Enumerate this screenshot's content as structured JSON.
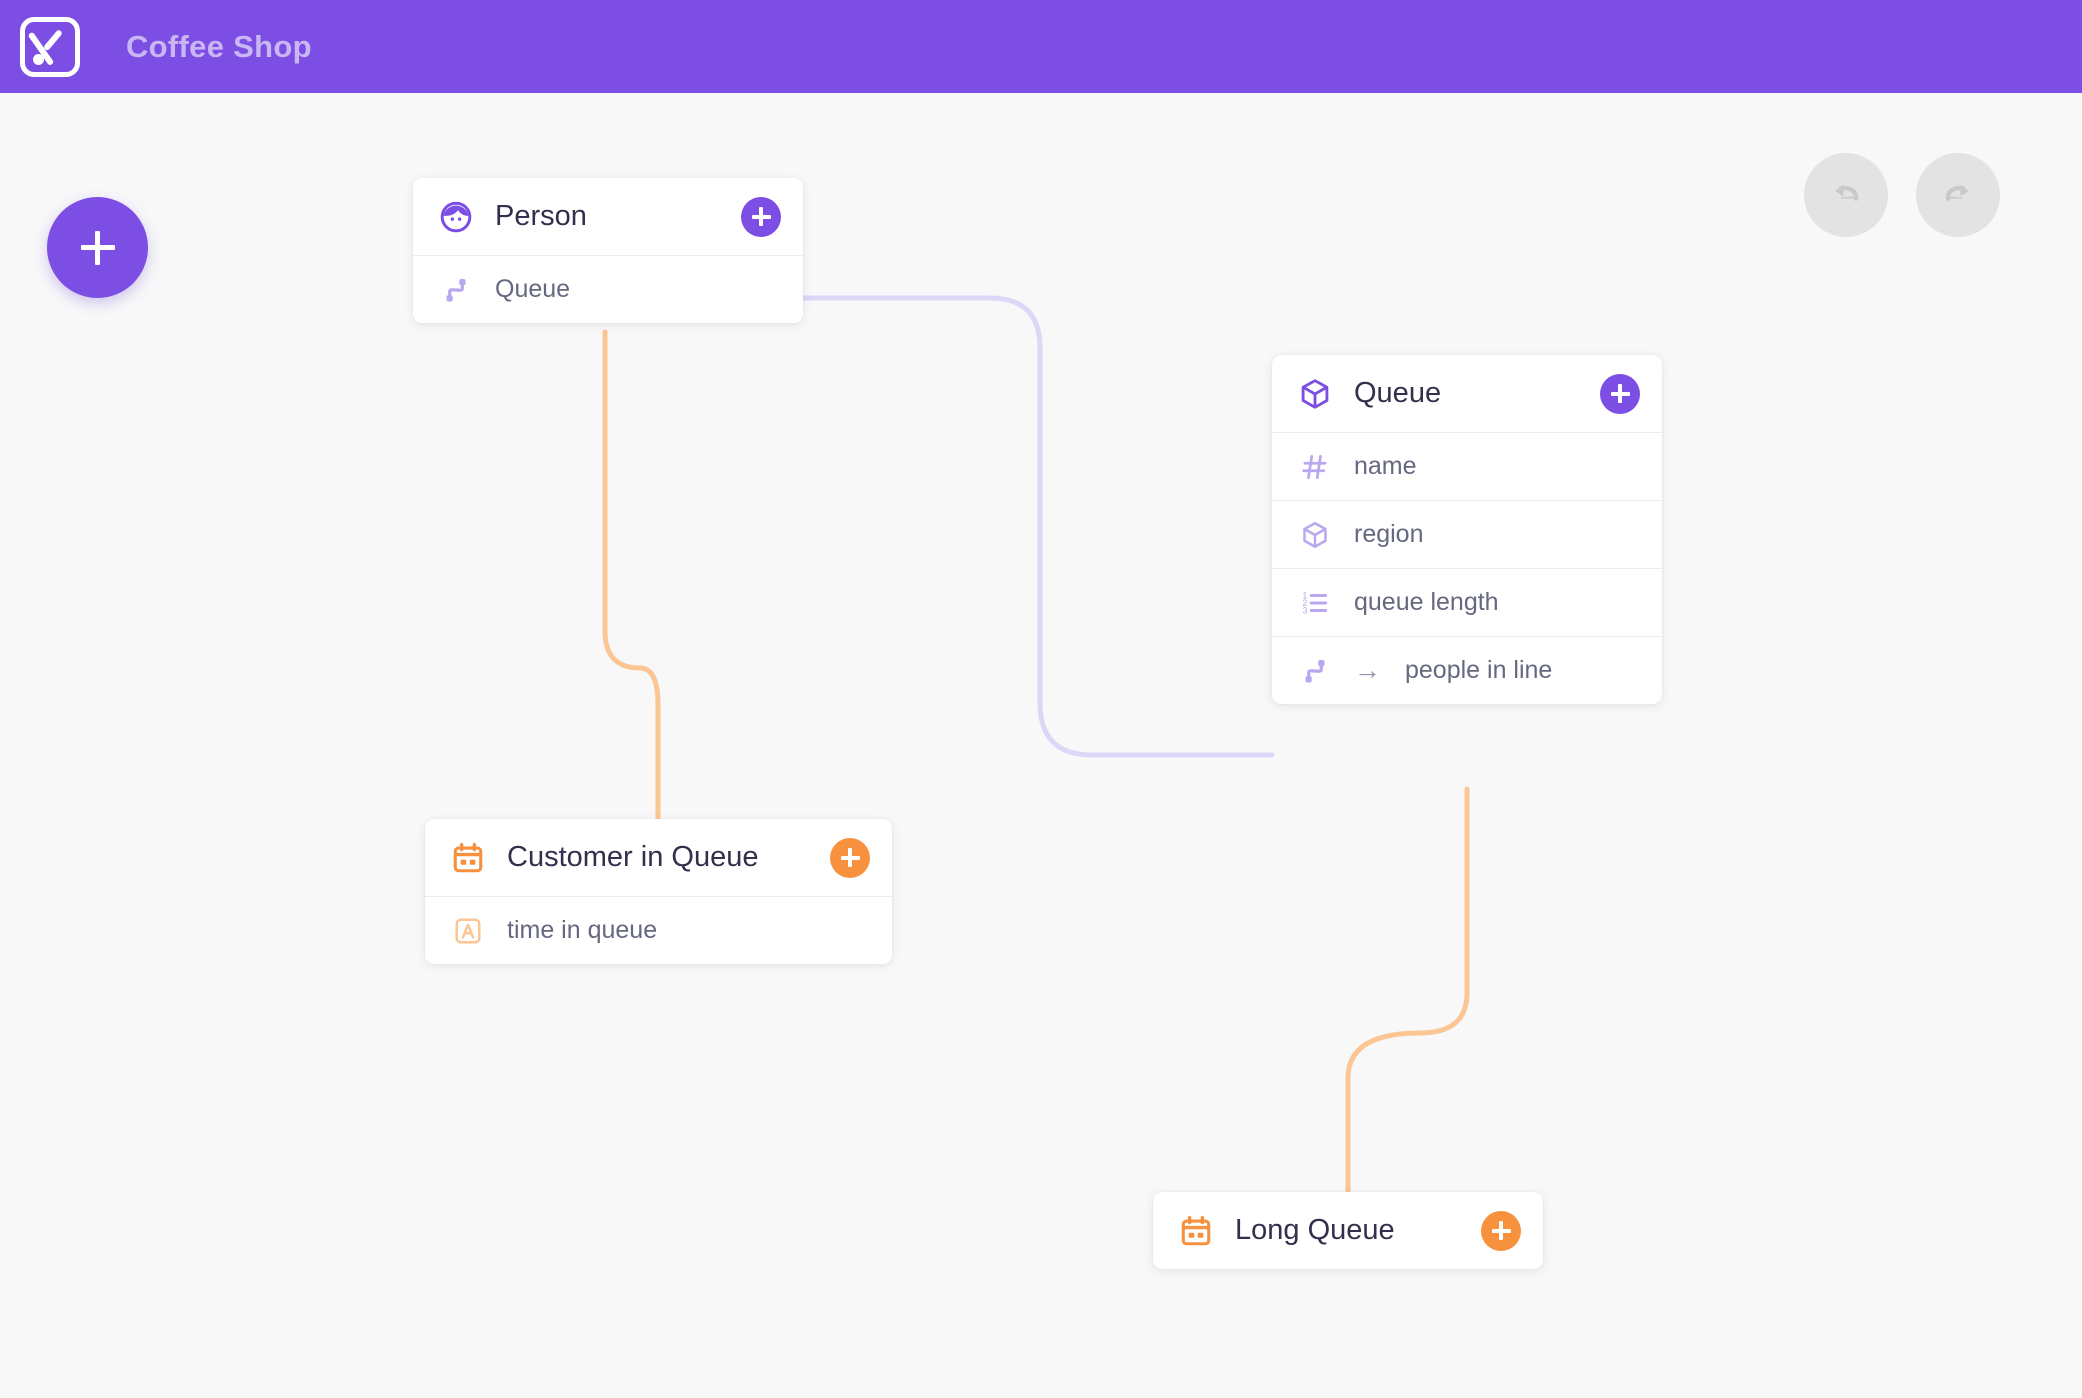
{
  "header": {
    "title": "Coffee Shop",
    "logo_icon": "kinetica-k-logo-icon",
    "background_color": "#7c4ee4",
    "title_color": "#c9b6f4"
  },
  "toolbar": {
    "add_button": {
      "label": "+",
      "icon": "plus-icon",
      "color": "#7c4ee4"
    },
    "undo_button": {
      "icon": "undo-arrow-icon",
      "enabled": false
    },
    "redo_button": {
      "icon": "redo-arrow-icon",
      "enabled": false
    }
  },
  "canvas": {
    "background_color": "#f8f8f9",
    "nodes": [
      {
        "id": "person",
        "title": "Person",
        "type": "entity",
        "accent_color": "#7c4ee4",
        "header_icon": "person-face-icon",
        "add_icon": "plus-icon",
        "rows": [
          {
            "label": "Queue",
            "icon": "relation-link-icon",
            "kind": "relation"
          }
        ]
      },
      {
        "id": "queue",
        "title": "Queue",
        "type": "entity",
        "accent_color": "#7c4ee4",
        "header_icon": "cube-icon",
        "add_icon": "plus-icon",
        "rows": [
          {
            "label": "name",
            "icon": "hash-icon",
            "kind": "attribute"
          },
          {
            "label": "region",
            "icon": "cube-icon",
            "kind": "attribute"
          },
          {
            "label": "queue length",
            "icon": "numbered-list-icon",
            "kind": "attribute"
          },
          {
            "label": "people in line",
            "icon": "relation-link-icon",
            "kind": "relation",
            "arrow": "→"
          }
        ]
      },
      {
        "id": "customer-in-queue",
        "title": "Customer in Queue",
        "type": "event",
        "accent_color": "#f7913e",
        "header_icon": "calendar-icon",
        "add_icon": "plus-icon",
        "rows": [
          {
            "label": "time in queue",
            "icon": "text-type-a-icon",
            "kind": "attribute"
          }
        ]
      },
      {
        "id": "long-queue",
        "title": "Long Queue",
        "type": "event",
        "accent_color": "#f7913e",
        "header_icon": "calendar-icon",
        "add_icon": "plus-icon",
        "rows": []
      }
    ],
    "edges": [
      {
        "from": "person.Queue",
        "to": "queue.people-in-line",
        "color": "#ddd6f7"
      },
      {
        "from": "person.Queue",
        "to": "customer-in-queue",
        "color": "#fbc694"
      },
      {
        "from": "queue.people-in-line",
        "to": "long-queue",
        "color": "#fbc694"
      }
    ]
  }
}
